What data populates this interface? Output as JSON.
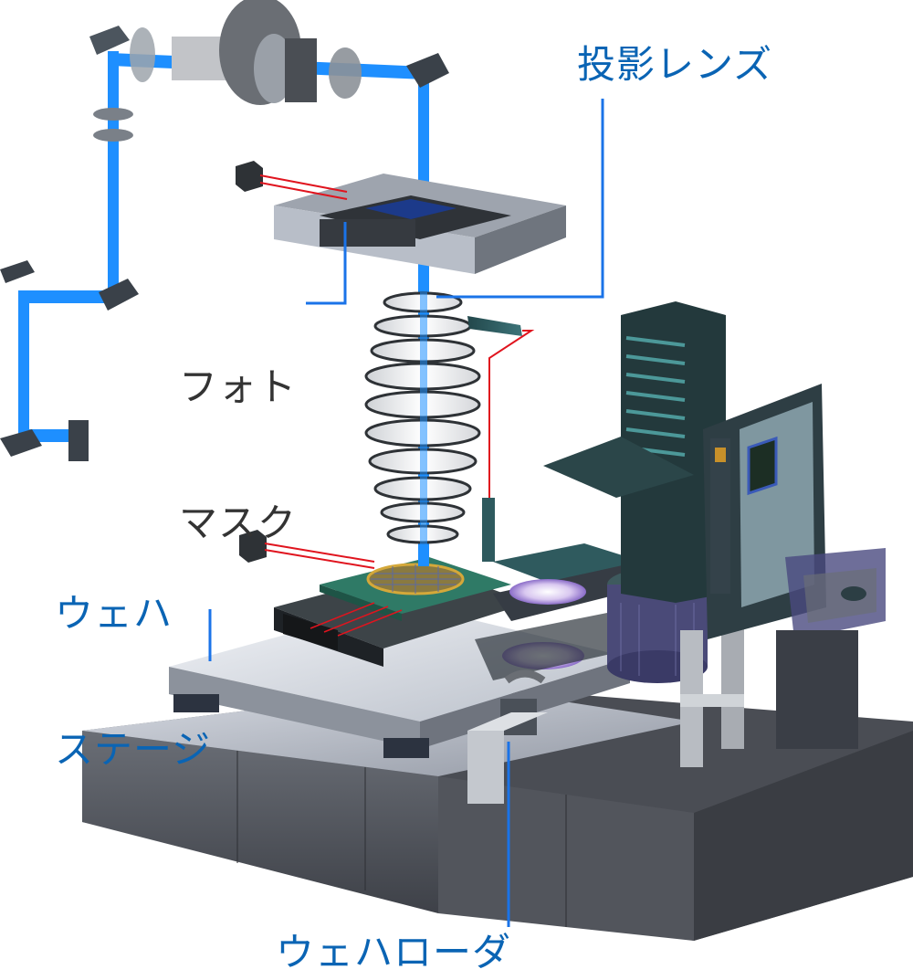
{
  "title": "露光装置 (ステッパー) 構成図",
  "labels": {
    "projection_lens": "投影レンズ",
    "photomask_line1": "フォト",
    "photomask_line2": "マスク",
    "wafer_stage_line1": "ウェハ",
    "wafer_stage_line2": "ステージ",
    "wafer_loader": "ウェハローダ"
  },
  "colors": {
    "label_blue": "#0a64b4",
    "label_dark": "#333333",
    "leader_line": "#1a73e8",
    "beam": "#1e8fff",
    "laser": "#e0141e",
    "machine_dark": "#3c4650",
    "machine_teal": "#2e5a5e",
    "base_gray": "#5a5e66"
  }
}
